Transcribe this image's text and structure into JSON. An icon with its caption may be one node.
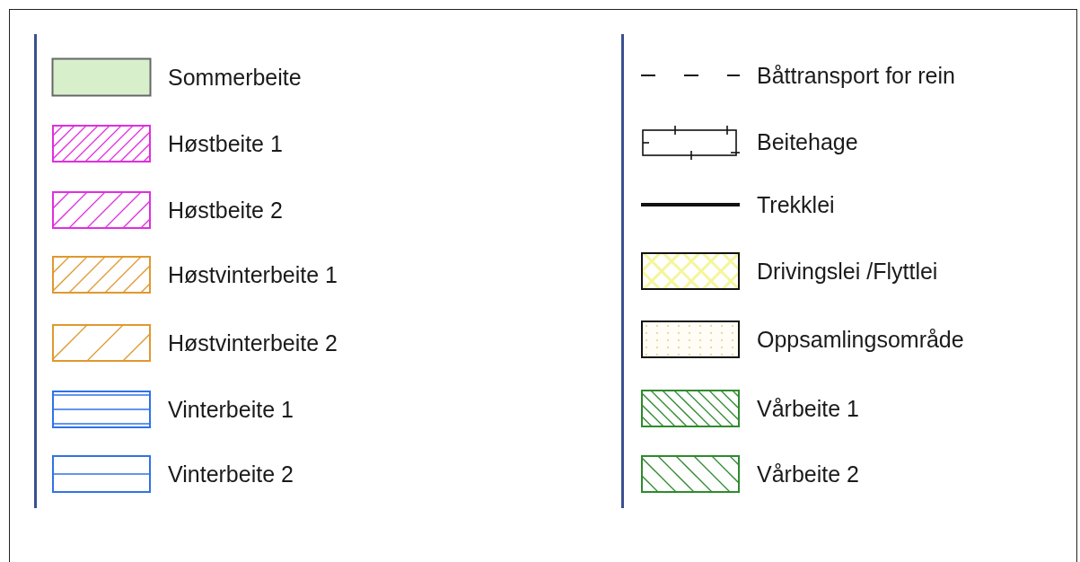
{
  "diagram": {
    "legend": [
      {
        "text": "Sommerbeite",
        "color": "#d8efcc"
      },
      {
        "text": "Høstbeite 1"
      },
      {
        "text": "Høstbeite 2"
      },
      {
        "text": "Høstvinterbeite 1"
      },
      {
        "text": "Høstvinterbeite 2"
      },
      {
        "text": "Vinterbeite 1"
      },
      {
        "text": "Vinterbeite 2"
      },
      {
        "text": "Båttransport for rein"
      },
      {
        "text": "Beitehage"
      },
      {
        "text": "Trekklei"
      },
      {
        "text": "Drivingslei /Flyttlei"
      },
      {
        "text": "Oppsamlingsområde"
      },
      {
        "text": "Vårbeite 1"
      },
      {
        "text": "Vårbeite 2"
      }
    ]
  }
}
